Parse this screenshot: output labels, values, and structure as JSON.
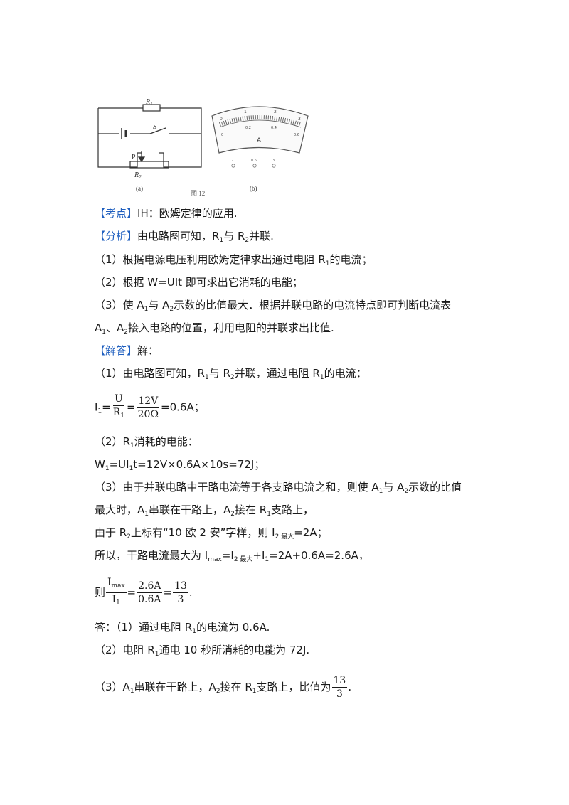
{
  "figure": {
    "r1_label": "R",
    "r1_sub": "1",
    "r2_label": "R",
    "r2_sub": "2",
    "switch_label": "S",
    "p_label": "P",
    "caption_a": "(a)",
    "caption_b": "(b)",
    "figure_caption_partial": "图 12",
    "meter_top_scale": [
      "0",
      "1",
      "2",
      "3"
    ],
    "meter_bottom_scale": [
      "0",
      "0.2",
      "0.4",
      "0.6"
    ],
    "meter_unit": "A",
    "terminals": [
      "-",
      "0.6",
      "3"
    ]
  },
  "kaodian": {
    "tag": "【考点】",
    "text": "IH：欧姆定律的应用."
  },
  "fenxi": {
    "tag": "【分析】",
    "intro": [
      "由电路图可知，R",
      "1",
      "与 R",
      "2",
      "并联."
    ],
    "p1": [
      "（1）根据电源电压利用欧姆定律求出通过电阻 R",
      "1",
      "的电流；"
    ],
    "p2": "（2）根据 W=UIt 即可求出它消耗的电能；",
    "p3a": [
      "（3）使 A",
      "1",
      "与 A",
      "2",
      "示数的比值最大．根据并联电路的电流特点即可判断电流表"
    ],
    "p3b": [
      "A",
      "1",
      "、A",
      "2",
      "接入电路的位置，利用电阻的并联求出比值."
    ]
  },
  "jieda": {
    "tag": "【解答】",
    "tag_after": "解：",
    "s1": [
      "（1）由电路图可知，R",
      "1",
      "与 R",
      "2",
      "并联，通过电阻 R",
      "1",
      "的电流："
    ],
    "eq1": {
      "lhs": "I",
      "lhs_sub": "1",
      "eq": "=",
      "f1_num": "U",
      "f1_den": "R",
      "f1_den_sub": "1",
      "eq2": "=",
      "f2_num": "12V",
      "f2_den": "20Ω",
      "rhs": "=0.6A；"
    },
    "s2": [
      "（2）R",
      "1",
      "消耗的电能："
    ],
    "eq2": [
      "W",
      "1",
      "=UI",
      "1",
      "t=12V×0.6A×10s=72J；"
    ],
    "s3a": [
      "（3）由于并联电路中干路电流等于各支路电流之和，则使 A",
      "1",
      "与 A",
      "2",
      "示数的比值"
    ],
    "s3b": [
      "最大时，A",
      "1",
      "串联在干路上，A",
      "2",
      "接在 R",
      "1",
      "支路上，"
    ],
    "s3c": [
      "由于 R",
      "2",
      "上标有“10 欧  2 安”字样，则 I",
      "2 最大",
      "=2A；"
    ],
    "s3d": [
      "所以，干路电流最大为 I",
      "max",
      "=I",
      "2 最大",
      "+I",
      "1",
      "=2A+0.6A=2.6A，"
    ],
    "eq3": {
      "pre": "则",
      "f1_num": "I",
      "f1_num_sub": "max",
      "f1_den": "I",
      "f1_den_sub": "1",
      "f2_num": "2.6A",
      "f2_den": "0.6A",
      "f3_num": "13",
      "f3_den": "3",
      "post": "."
    }
  },
  "da": {
    "a1": [
      "答：（1）通过电阻 R",
      "1",
      "的电流为 0.6A."
    ],
    "a2": [
      "（2）电阻 R",
      "1",
      "通电 10 秒所消耗的电能为 72J."
    ],
    "a3": [
      "（3）A",
      "1",
      "串联在干路上，A",
      "2",
      "接在 R",
      "1",
      "支路上，比值为"
    ],
    "a3_frac_num": "13",
    "a3_frac_den": "3",
    "a3_end": "."
  }
}
